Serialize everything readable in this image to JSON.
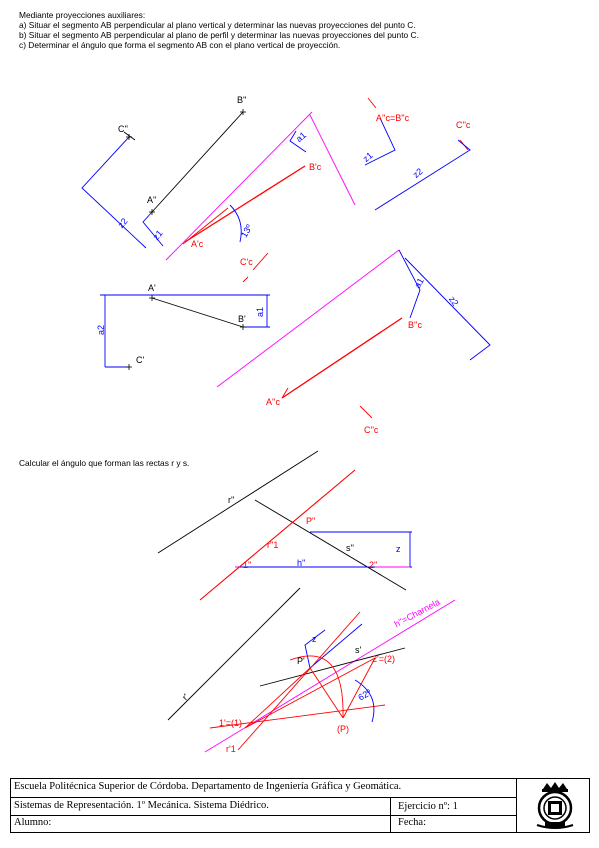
{
  "instructions": {
    "heading": "Mediante proyecciones auxiliares:",
    "a": "a) Situar el segmento AB perpendicular al plano vertical y determinar las nuevas proyecciones del punto C.",
    "b": "b) Situar el segmento AB perpendicular al plano de perfil y determinar las nuevas proyecciones del punto C.",
    "c": "c) Determinar el ángulo que forma el segmento AB con el plano vertical de proyección."
  },
  "exercise2": {
    "prompt": "Calcular el ángulo que forman las rectas r y s."
  },
  "labels1": {
    "B2": "B''",
    "C2": "C''",
    "A2": "A''",
    "A1": "A'",
    "B1": "B'",
    "C1": "C'",
    "Bc": "B'c",
    "Ac": "A'c",
    "Cc": "C'c",
    "AcBc": "A''c=B''c",
    "C2c": "C''c",
    "B2c": "B''c",
    "A2c": "A''c",
    "C2c_low": "C''c",
    "a1": "a1",
    "z1": "z1",
    "z2": "z2",
    "a2": "a2",
    "angle": "13º"
  },
  "labels2": {
    "r2": "r''",
    "r1": "r'",
    "P2": "P''",
    "s2": "s''",
    "s1": "s'",
    "r1_2": "r''1",
    "h2": "h''",
    "one2": "1''",
    "two2": "2''",
    "z": "z",
    "hChamela": "h''=Charnela",
    "P1": "P'",
    "two1": "2'=(2)",
    "one1": "1'=(1)",
    "Pr": "(P)",
    "r1_1": "r'1",
    "angle": "62º"
  },
  "footer": {
    "school": "Escuela Politécnica Superior de Córdoba. Departamento de Ingeniería Gráfica y Geomática.",
    "course": "Sistemas de Representación. 1º Mecánica. Sistema Diédrico.",
    "exercise": "Ejercicio nº: 1",
    "student": "Alumno:",
    "date": "Fecha:"
  },
  "colors": {
    "black": "#000000",
    "red": "#ff0000",
    "blue": "#0000ff",
    "magenta": "#ff00ff"
  }
}
